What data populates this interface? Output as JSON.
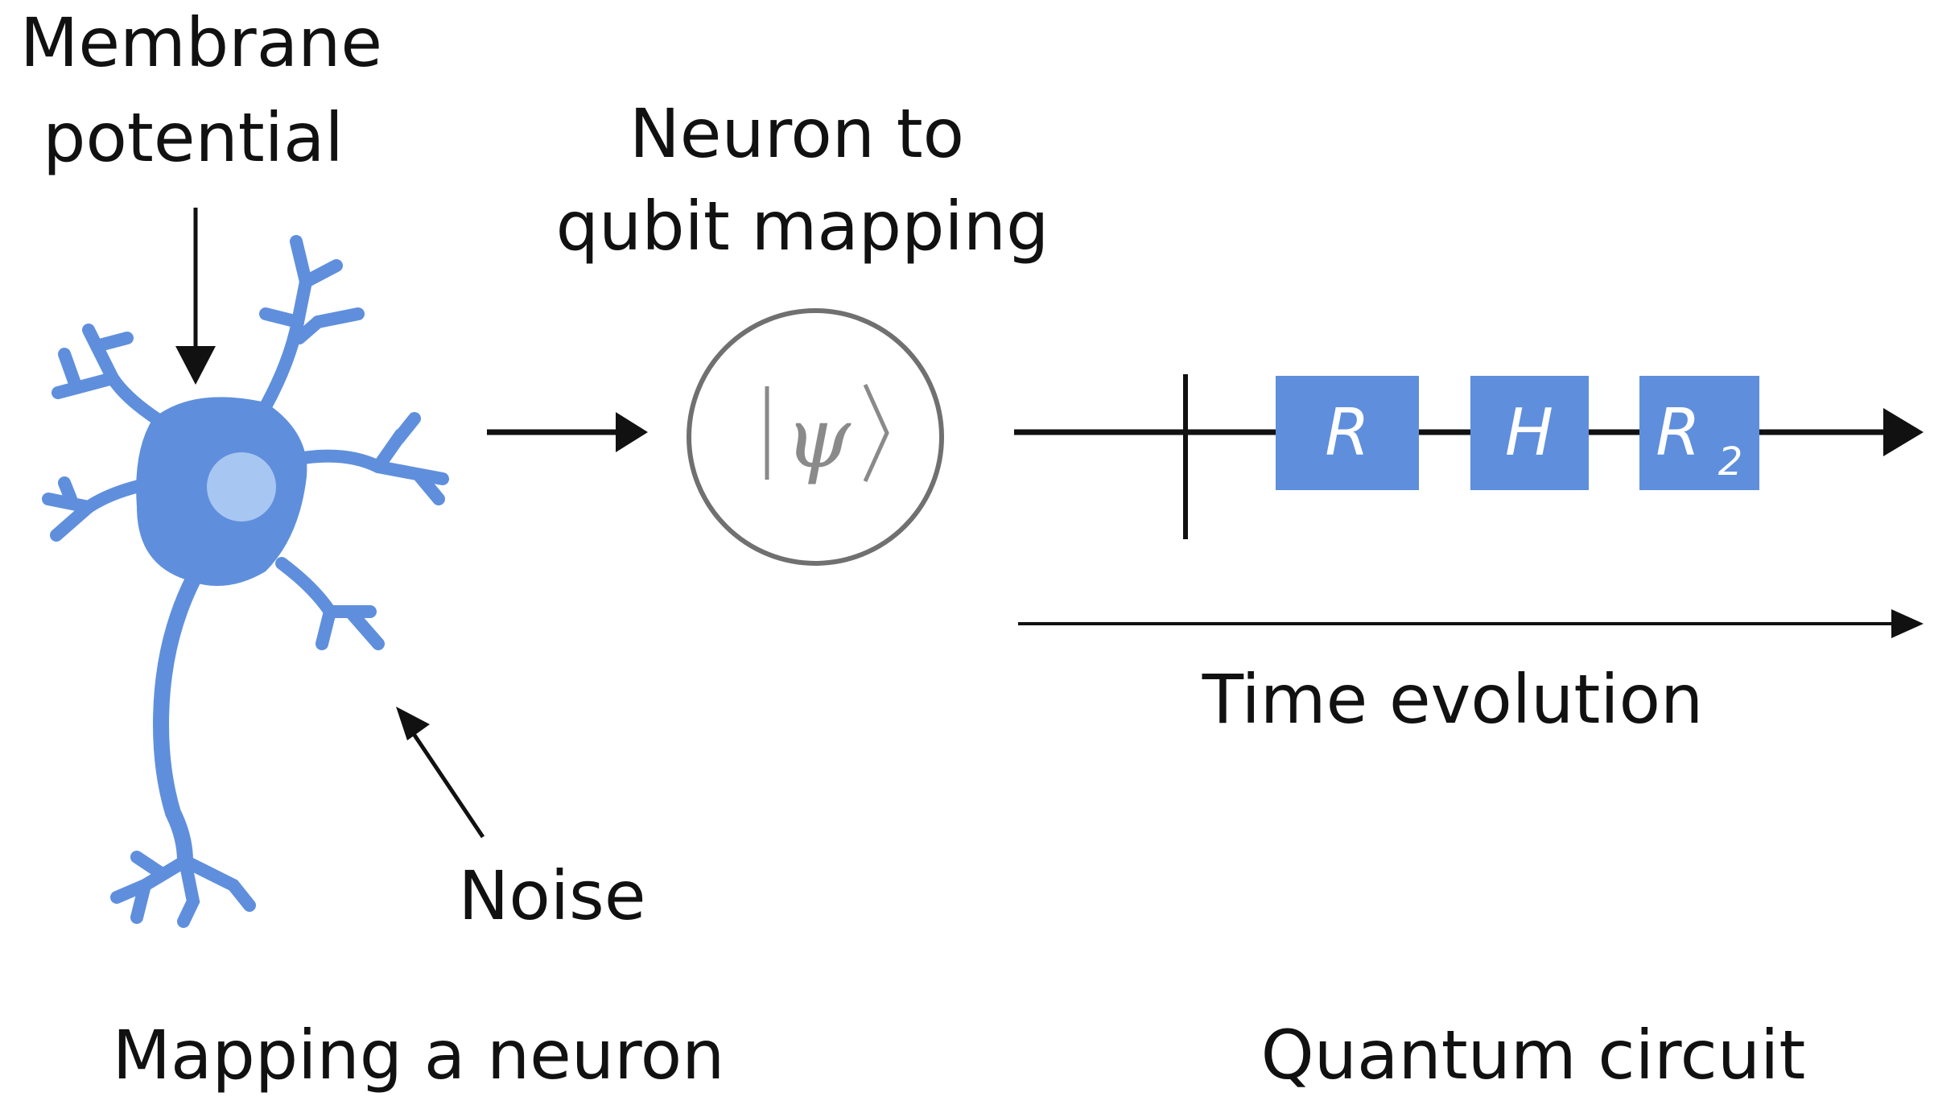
{
  "labels": {
    "membrane_line1": "Membrane",
    "membrane_line2": "potential",
    "mapping_line1": "Neuron to",
    "mapping_line2": "qubit mapping",
    "noise": "Noise",
    "time_evolution": "Time evolution",
    "caption_left": "Mapping a neuron",
    "caption_right": "Quantum circuit"
  },
  "qubit_state": {
    "symbol": "ψ"
  },
  "gates": [
    {
      "name": "R",
      "subscript": ""
    },
    {
      "name": "H",
      "subscript": ""
    },
    {
      "name": "R",
      "subscript": "2"
    }
  ],
  "colors": {
    "neuron": "#5f8fdc",
    "nucleus": "#a8c6f2",
    "gate": "#5f8fdc",
    "circle": "#707070",
    "ink": "#111111"
  }
}
